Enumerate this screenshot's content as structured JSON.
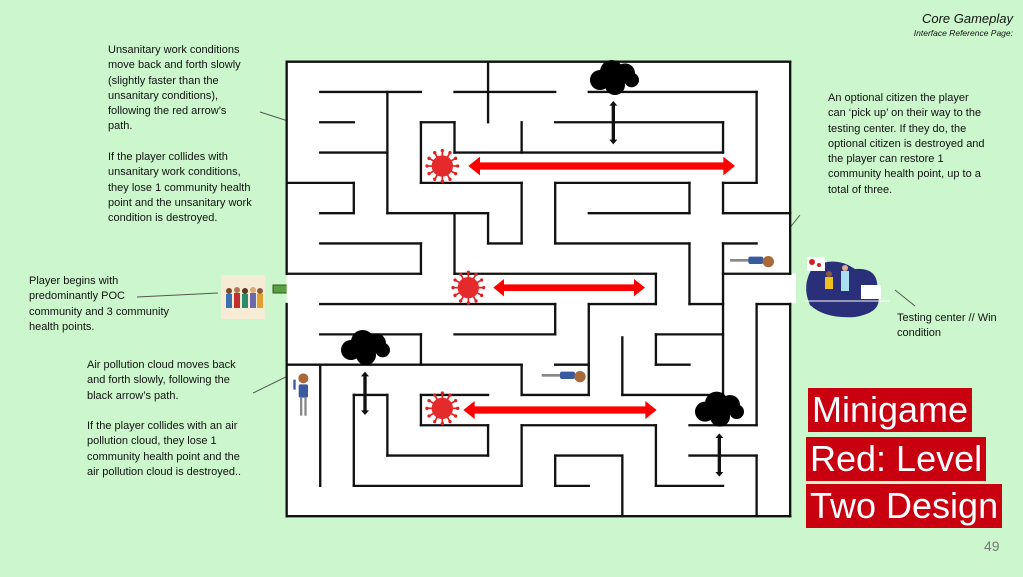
{
  "header": {
    "title": "Core Gameplay",
    "subtitle": "Interface Reference Page:"
  },
  "notes": {
    "unsanitary": "Unsanitary work conditions\nmove back and forth slowly\n(slightly faster than the\nunsanitary conditions),\nfollowing the red arrow’s\npath.\n\nIf the player collides with\nunsanitary work conditions,\nthey lose 1 community health\npoint and the unsanitary work\ncondition is destroyed.",
    "player": "Player begins with\npredominantly POC\ncommunity and 3 community\nhealth points.",
    "air": "Air pollution cloud moves back\nand forth slowly, following the\nblack arrow’s path.\n\nIf the player collides with an air\npollution cloud, they lose 1\ncommunity health point and the\nair pollution cloud is destroyed..",
    "citizen": "An optional citizen the player\ncan ‘pick up’ on their way to the\ntesting center. If they do, the\noptional citizen is destroyed and\nthe player can restore 1\ncommunity health point, up to a\ntotal of three.",
    "testing": "Testing center // Win\ncondition"
  },
  "title_box": {
    "lines": [
      "Minigame",
      "Red: Level",
      "Two Design"
    ],
    "color": "#c8000f"
  },
  "page_number": "49",
  "icons": [
    "virus-icon",
    "cloud-icon",
    "citizen-icon",
    "player-icon",
    "crowd-icon",
    "testing-center-icon"
  ]
}
